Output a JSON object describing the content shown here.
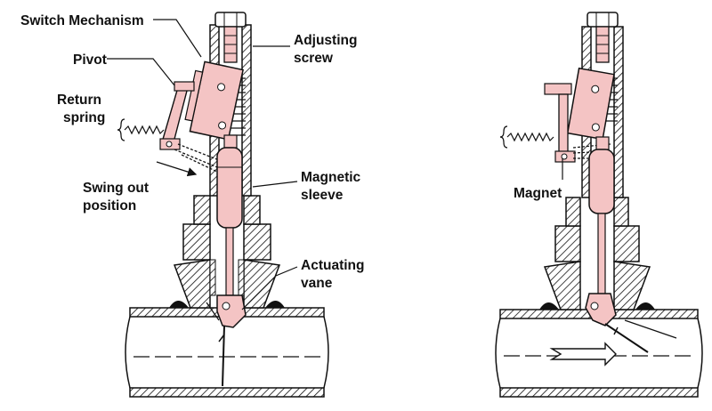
{
  "labels": {
    "switch_mechanism": "Switch Mechanism",
    "pivot": "Pivot",
    "return_spring_line1": "Return",
    "return_spring_line2": "spring",
    "swing_out_line1": "Swing out",
    "swing_out_line2": "position",
    "adjusting_screw_line1": "Adjusting",
    "adjusting_screw_line2": "screw",
    "magnetic_sleeve_line1": "Magnetic",
    "magnetic_sleeve_line2": "sleeve",
    "actuating_vane_line1": "Actuating",
    "actuating_vane_line2": "vane",
    "magnet": "Magnet"
  },
  "colors": {
    "pink_part": "#f4c4c4",
    "outline": "#111111",
    "background": "#ffffff"
  }
}
